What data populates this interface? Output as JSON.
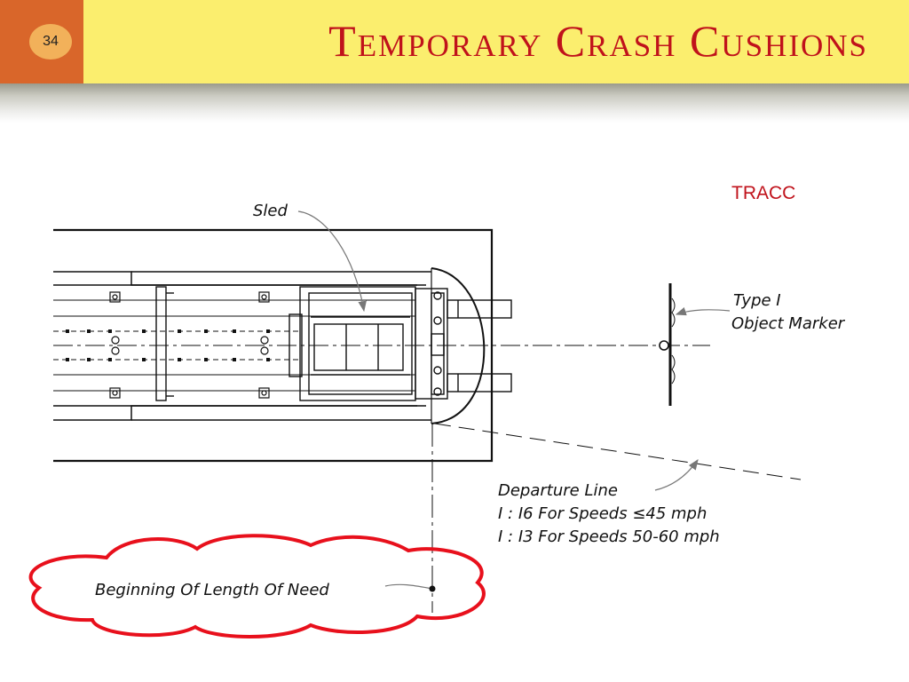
{
  "slide": {
    "number": "34",
    "title": "Temporary Crash Cushions",
    "system_label": "TRACC"
  },
  "diagram": {
    "labels": {
      "sled": "Sled",
      "object_marker_line1": "Type I",
      "object_marker_line2": "Object Marker",
      "departure_line1": "Departure Line",
      "departure_line2": "I : I6 For Speeds ≤45 mph",
      "departure_line3": "I : I3 For Speeds 50-60 mph",
      "length_of_need": "Beginning Of Length Of Need"
    },
    "colors": {
      "title_red": "#c0121b",
      "header_yellow": "#fbee6e",
      "number_tab_orange": "#d9662a",
      "cloud_red": "#e8101c"
    }
  }
}
